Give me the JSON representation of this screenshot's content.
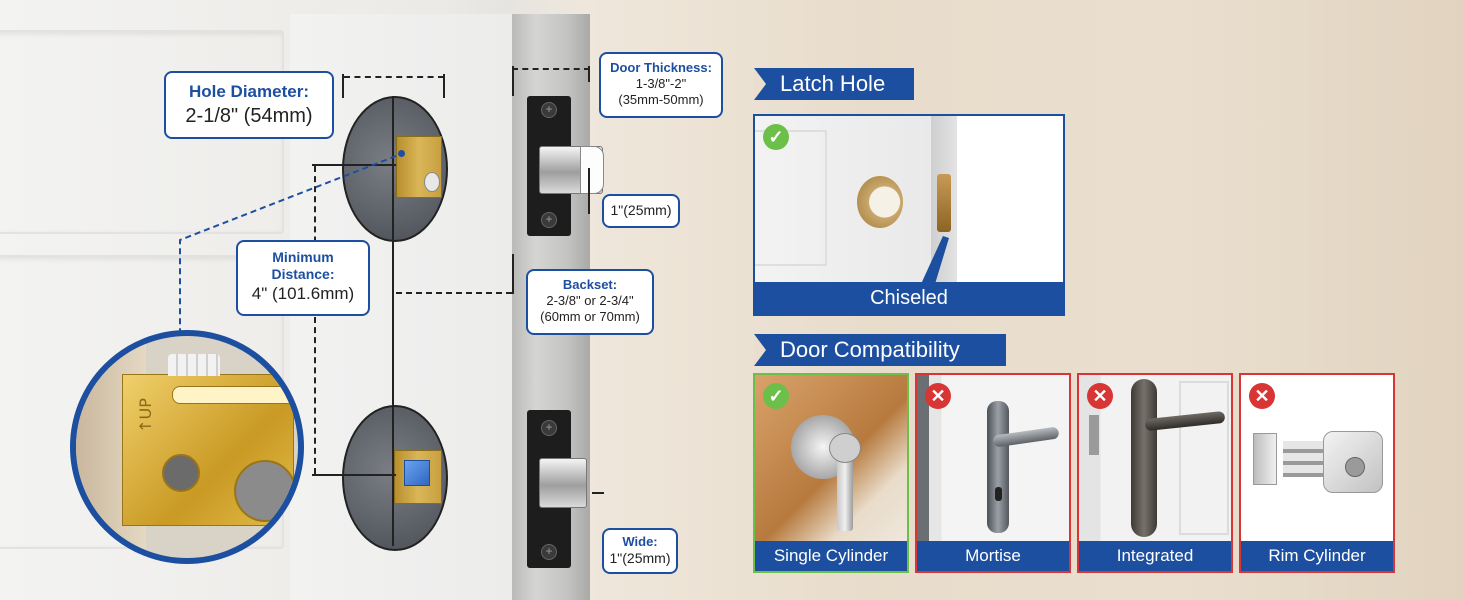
{
  "callouts": {
    "hole_diameter": {
      "heading": "Hole Diameter:",
      "value": "2-1/8\" (54mm)"
    },
    "min_distance": {
      "heading_line1": "Minimum",
      "heading_line2": "Distance:",
      "value": "4\" (101.6mm)"
    },
    "door_thickness": {
      "heading": "Door Thickness:",
      "line1": "1-3/8\"-2\"",
      "line2": "(35mm-50mm)"
    },
    "latch_height": {
      "value": "1\"(25mm)"
    },
    "backset": {
      "heading": "Backset:",
      "line1": "2-3/8\" or 2-3/4\"",
      "line2": "(60mm or 70mm)"
    },
    "wide": {
      "heading": "Wide:",
      "value": "1\"(25mm)"
    }
  },
  "magnifier": {
    "stamp": "↑UP"
  },
  "latch_hole": {
    "title": "Latch Hole",
    "label": "Chiseled",
    "status": "ok"
  },
  "door_compatibility": {
    "title": "Door Compatibility",
    "items": [
      {
        "label": "Single Cylinder",
        "status": "ok"
      },
      {
        "label": "Mortise",
        "status": "no"
      },
      {
        "label": "Integrated",
        "status": "no"
      },
      {
        "label": "Rim Cylinder",
        "status": "no"
      }
    ]
  },
  "icons": {
    "ok": "check-icon",
    "no": "cross-icon"
  },
  "colors": {
    "brand_blue": "#1d4fa0",
    "ok_green": "#6cc04a",
    "no_red": "#d83535"
  }
}
